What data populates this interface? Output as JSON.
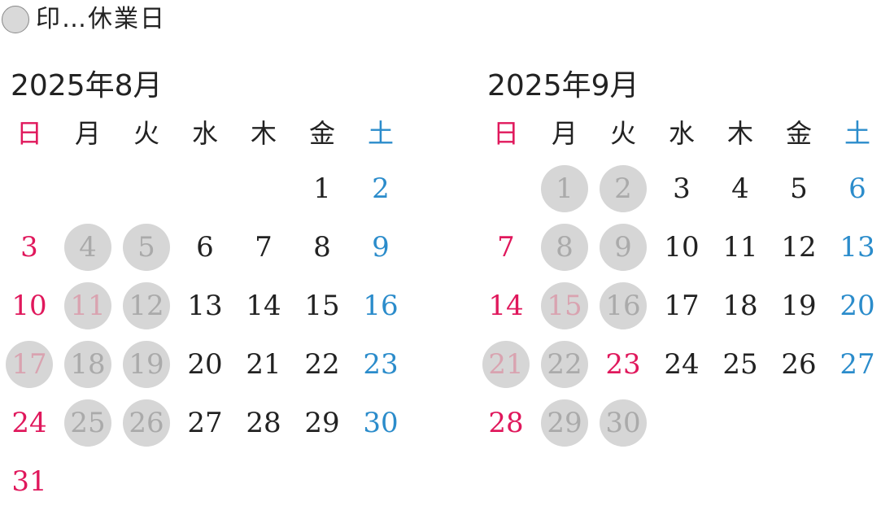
{
  "legend": {
    "label": "印…休業日",
    "swatch_color": "#d9d9d9"
  },
  "colors": {
    "sunday": "#e0185c",
    "saturday": "#2b8ccb",
    "weekday": "#222222",
    "holiday_bg": "#d6d6d6",
    "holiday_text": "#aaaaaa",
    "holiday_sunday_text": "#d9a3b0"
  },
  "weekdays": [
    "日",
    "月",
    "火",
    "水",
    "木",
    "金",
    "土"
  ],
  "calendars": [
    {
      "title": "2025年8月",
      "weeks": [
        [
          null,
          null,
          null,
          null,
          null,
          {
            "d": "1"
          },
          {
            "d": "2"
          }
        ],
        [
          {
            "d": "3"
          },
          {
            "d": "4",
            "h": true
          },
          {
            "d": "5",
            "h": true
          },
          {
            "d": "6"
          },
          {
            "d": "7"
          },
          {
            "d": "8"
          },
          {
            "d": "9"
          }
        ],
        [
          {
            "d": "10"
          },
          {
            "d": "11",
            "h": true,
            "p": true
          },
          {
            "d": "12",
            "h": true
          },
          {
            "d": "13"
          },
          {
            "d": "14"
          },
          {
            "d": "15"
          },
          {
            "d": "16"
          }
        ],
        [
          {
            "d": "17",
            "h": true
          },
          {
            "d": "18",
            "h": true
          },
          {
            "d": "19",
            "h": true
          },
          {
            "d": "20"
          },
          {
            "d": "21"
          },
          {
            "d": "22"
          },
          {
            "d": "23"
          }
        ],
        [
          {
            "d": "24"
          },
          {
            "d": "25",
            "h": true
          },
          {
            "d": "26",
            "h": true
          },
          {
            "d": "27"
          },
          {
            "d": "28"
          },
          {
            "d": "29"
          },
          {
            "d": "30"
          }
        ],
        [
          {
            "d": "31"
          },
          null,
          null,
          null,
          null,
          null,
          null
        ]
      ]
    },
    {
      "title": "2025年9月",
      "weeks": [
        [
          null,
          {
            "d": "1",
            "h": true
          },
          {
            "d": "2",
            "h": true
          },
          {
            "d": "3"
          },
          {
            "d": "4"
          },
          {
            "d": "5"
          },
          {
            "d": "6"
          }
        ],
        [
          {
            "d": "7"
          },
          {
            "d": "8",
            "h": true
          },
          {
            "d": "9",
            "h": true
          },
          {
            "d": "10"
          },
          {
            "d": "11"
          },
          {
            "d": "12"
          },
          {
            "d": "13"
          }
        ],
        [
          {
            "d": "14"
          },
          {
            "d": "15",
            "h": true,
            "p": true
          },
          {
            "d": "16",
            "h": true
          },
          {
            "d": "17"
          },
          {
            "d": "18"
          },
          {
            "d": "19"
          },
          {
            "d": "20"
          }
        ],
        [
          {
            "d": "21",
            "h": true
          },
          {
            "d": "22",
            "h": true
          },
          {
            "d": "23",
            "r": true
          },
          {
            "d": "24"
          },
          {
            "d": "25"
          },
          {
            "d": "26"
          },
          {
            "d": "27"
          }
        ],
        [
          {
            "d": "28"
          },
          {
            "d": "29",
            "h": true
          },
          {
            "d": "30",
            "h": true
          },
          null,
          null,
          null,
          null
        ]
      ]
    }
  ]
}
